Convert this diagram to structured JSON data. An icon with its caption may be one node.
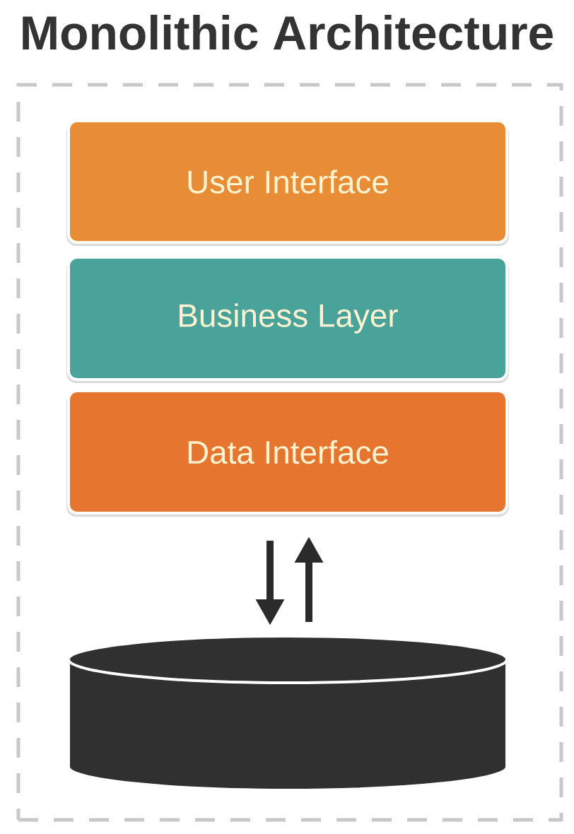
{
  "diagram": {
    "title": "Monolithic Architecture",
    "nodes": [
      {
        "text": [],
        "shape": "box"
      },
      {
        "text": [
          "User Interface"
        ],
        "in": 0
      },
      {
        "text": [
          "Business Layer"
        ],
        "in": 0
      },
      {
        "text": [
          "Data Interface"
        ],
        "in": 0
      },
      {
        "text": [],
        "shape": "cylinder",
        "in": 0
      }
    ],
    "edges": [
      {
        "from": 3,
        "to": 4,
        "arrow": "to"
      },
      {
        "from": 4,
        "to": 3,
        "arrow": "to"
      }
    ]
  }
}
